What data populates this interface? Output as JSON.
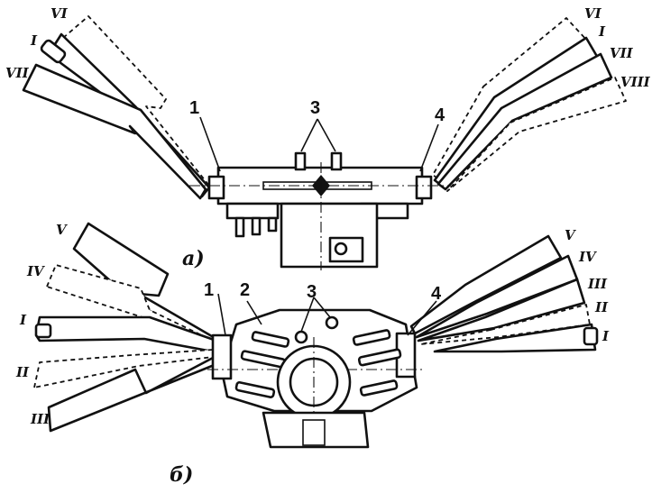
{
  "diagram": {
    "top_view": {
      "caption": "а)",
      "callouts": {
        "left_switch": "1",
        "pins": "3",
        "right_switch": "4"
      },
      "left_lever_positions": [
        "VI",
        "I",
        "VII"
      ],
      "right_lever_positions": [
        "VI",
        "I",
        "VII",
        "VIII"
      ]
    },
    "bottom_view": {
      "caption": "б)",
      "callouts": {
        "left_switch": "1",
        "body": "2",
        "pins": "3",
        "right_switch": "4"
      },
      "left_lever_positions": [
        "V",
        "IV",
        "I",
        "II",
        "III"
      ],
      "right_lever_positions": [
        "V",
        "IV",
        "III",
        "II",
        "I"
      ]
    }
  }
}
